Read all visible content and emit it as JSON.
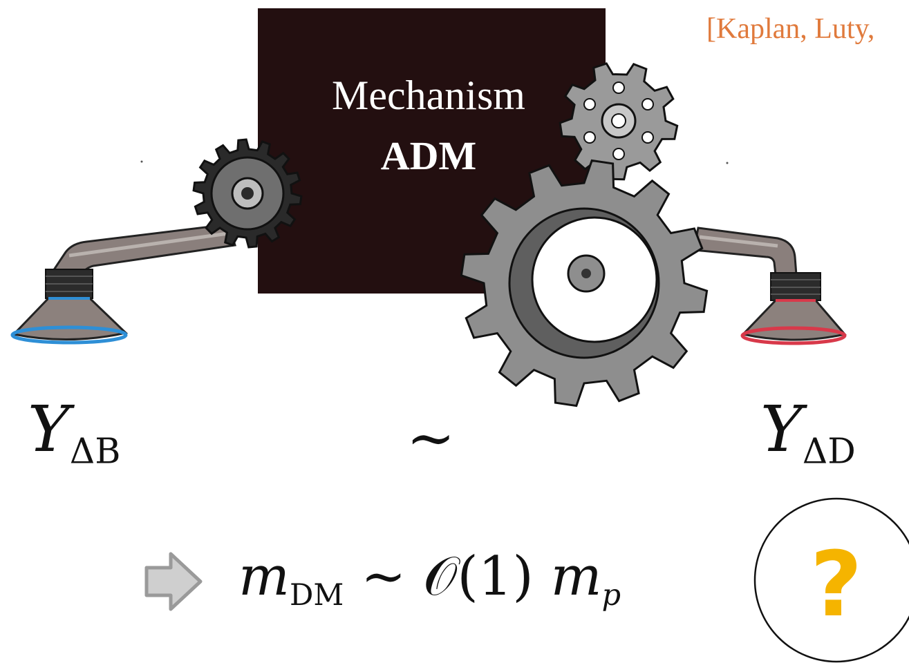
{
  "citation": "[Kaplan, Luty,",
  "mechanism_box": {
    "line1": "Mechanism",
    "line2": "ADM"
  },
  "equation_top": {
    "left_var": "Y",
    "left_sub": "ΔB",
    "relation": "∼",
    "right_var": "Y",
    "right_sub": "ΔD"
  },
  "equation_bottom": {
    "lhs_var": "m",
    "lhs_sub": "DM",
    "relation": "∼",
    "order": "𝒪(1)",
    "rhs_var": "m",
    "rhs_sub": "p"
  },
  "question_mark": "?",
  "colors": {
    "box": "#230f10",
    "citation": "#e07a3c",
    "question": "#f5b400",
    "left_rim": "#2e8fd6",
    "right_rim": "#d8394a",
    "gear": "#8e8e8e",
    "arrow_fill": "#cfcfcf"
  }
}
